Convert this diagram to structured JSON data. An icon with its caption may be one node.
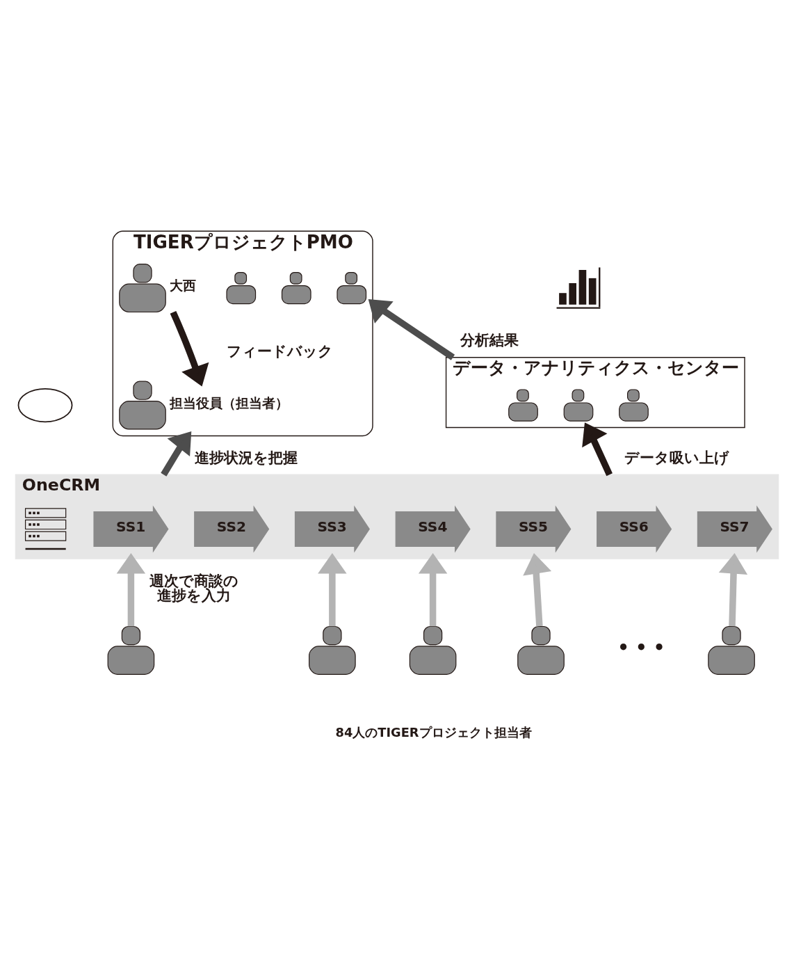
{
  "diagram": {
    "nodes": [
      {
        "text": [
          "TIGERプロジェクトPMO"
        ]
      },
      {
        "text": [],
        "shape": "person",
        "beside": [
          "大西"
        ],
        "in": 0
      },
      {
        "text": [],
        "shape": "person",
        "in": 0
      },
      {
        "text": [],
        "shape": "person",
        "in": 0
      },
      {
        "text": [],
        "shape": "person",
        "in": 0
      },
      {
        "text": [],
        "shape": "person",
        "beside": [
          "担当役員（担当者）"
        ],
        "in": 0
      },
      {
        "text": [],
        "shape": "picture"
      },
      {
        "text": [
          "データ・アナリティクス・センター"
        ]
      },
      {
        "text": [],
        "shape": "person",
        "in": 7
      },
      {
        "text": [],
        "shape": "person",
        "in": 7
      },
      {
        "text": [],
        "shape": "person",
        "in": 7
      },
      {
        "text": [],
        "shape": "cloud"
      },
      {
        "text": [
          "OneCRM"
        ]
      },
      {
        "text": [],
        "shape": "picture",
        "in": 12
      },
      {
        "text": [
          "SS1"
        ],
        "in": 12
      },
      {
        "text": [
          "SS2"
        ],
        "in": 12
      },
      {
        "text": [
          "SS3"
        ],
        "in": 12
      },
      {
        "text": [
          "SS4"
        ],
        "in": 12
      },
      {
        "text": [
          "SS5"
        ],
        "in": 12
      },
      {
        "text": [
          "SS6"
        ],
        "in": 12
      },
      {
        "text": [
          "SS7"
        ],
        "in": 12
      },
      {
        "text": [],
        "shape": "person"
      },
      {
        "text": [],
        "shape": "person"
      },
      {
        "text": [],
        "shape": "person"
      },
      {
        "text": [],
        "shape": "person"
      },
      {
        "text": [],
        "shape": "person"
      }
    ],
    "edges": [
      {
        "from": 1,
        "to": 5,
        "arrow": "to",
        "label": "フィードバック",
        "color": "#231815"
      },
      {
        "from": 7,
        "to": 0,
        "arrow": "to",
        "label": "分析結果",
        "color": "#4d4d4d"
      },
      {
        "from": 12,
        "to": 0,
        "arrow": "to",
        "label": "進捗状況を把握",
        "color": "#4d4d4d"
      },
      {
        "from": 12,
        "to": 7,
        "arrow": "to",
        "label": "データ吸い上げ",
        "color": "#231815"
      },
      {
        "from": 21,
        "to": 12,
        "arrow": "to",
        "label": "週次で商談の進捗を入力"
      },
      {
        "from": 22,
        "to": 12,
        "arrow": "to"
      },
      {
        "from": 23,
        "to": 12,
        "arrow": "to"
      },
      {
        "from": 24,
        "to": 12,
        "arrow": "to"
      },
      {
        "from": 25,
        "to": 12,
        "arrow": "to"
      }
    ],
    "labels": [
      "• • •",
      "84人のTIGERプロジェクト担当者"
    ]
  }
}
